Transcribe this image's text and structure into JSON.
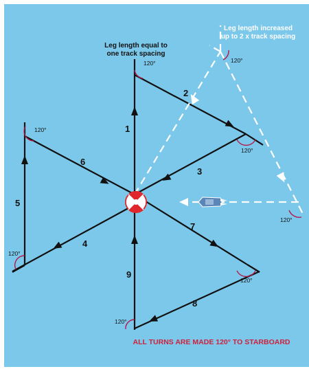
{
  "colors": {
    "sea": "#7cc8ea",
    "track": "#111111",
    "extended": "#ffffff",
    "arc": "#b3174b",
    "note": "#d1203b",
    "datum_red": "#e0262d"
  },
  "annotations": {
    "leg_equal_line1": "Leg length equal to",
    "leg_equal_line2": "one track spacing",
    "leg_increased_line1": "Leg length increased",
    "leg_increased_line2": "up to 2 x track spacing",
    "turn_note": "ALL TURNS ARE MADE 120° TO STARBOARD"
  },
  "angle_label": "120°",
  "legs": [
    "1",
    "2",
    "3",
    "4",
    "5",
    "6",
    "7",
    "8",
    "9"
  ],
  "icons": {
    "datum": "lifebuoy-datum-icon",
    "vessel": "search-vessel-icon"
  }
}
